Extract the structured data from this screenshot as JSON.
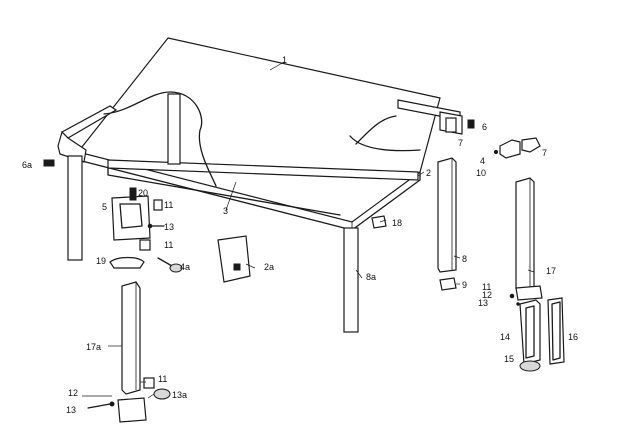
{
  "labels": [
    {
      "id": "1",
      "text": "1"
    },
    {
      "id": "2",
      "text": "2"
    },
    {
      "id": "2a",
      "text": "2a"
    },
    {
      "id": "3",
      "text": "3"
    },
    {
      "id": "4",
      "text": "4"
    },
    {
      "id": "4a",
      "text": "4a"
    },
    {
      "id": "5",
      "text": "5"
    },
    {
      "id": "6",
      "text": "6"
    },
    {
      "id": "6a",
      "text": "6a"
    },
    {
      "id": "7a",
      "text": "7"
    },
    {
      "id": "7b",
      "text": "7"
    },
    {
      "id": "8",
      "text": "8"
    },
    {
      "id": "8a",
      "text": "8a"
    },
    {
      "id": "9",
      "text": "9"
    },
    {
      "id": "10",
      "text": "10"
    },
    {
      "id": "11a",
      "text": "11"
    },
    {
      "id": "11b",
      "text": "11"
    },
    {
      "id": "11c",
      "text": "11"
    },
    {
      "id": "11d",
      "text": "11"
    },
    {
      "id": "12a",
      "text": "12"
    },
    {
      "id": "12b",
      "text": "12"
    },
    {
      "id": "13a",
      "text": "13"
    },
    {
      "id": "13b",
      "text": "13"
    },
    {
      "id": "13c",
      "text": "13"
    },
    {
      "id": "13s",
      "text": "13a"
    },
    {
      "id": "14",
      "text": "14"
    },
    {
      "id": "15",
      "text": "15"
    },
    {
      "id": "16",
      "text": "16"
    },
    {
      "id": "17",
      "text": "17"
    },
    {
      "id": "17a",
      "text": "17a"
    },
    {
      "id": "18",
      "text": "18"
    },
    {
      "id": "19",
      "text": "19"
    },
    {
      "id": "20",
      "text": "20"
    }
  ]
}
